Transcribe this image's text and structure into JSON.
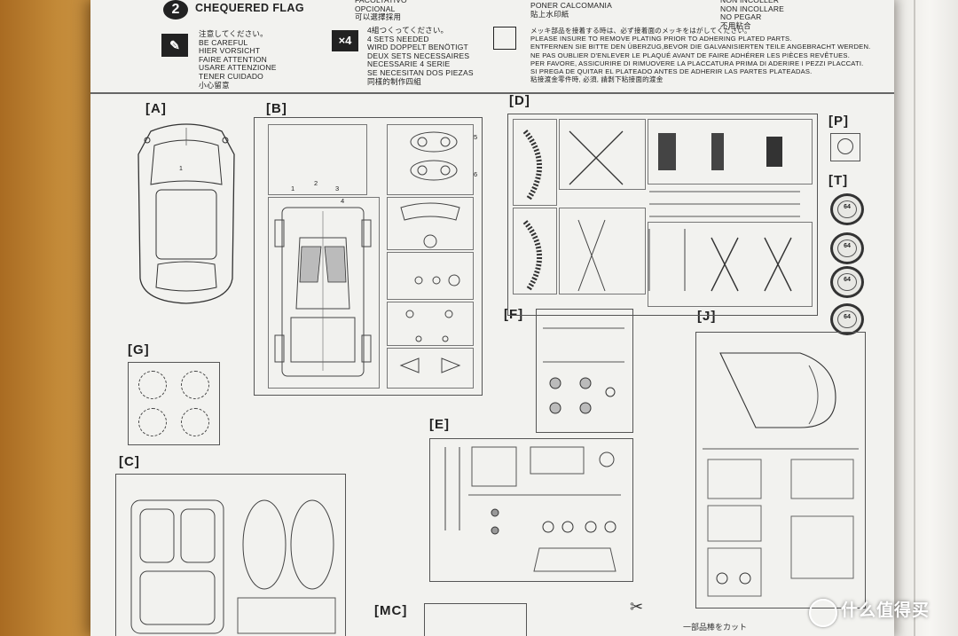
{
  "header": {
    "badge_number": "2",
    "flag_title": "CHEQUERED FLAG",
    "flag_options": "FACOLTATIVO\nOPCIONAL\n可以選擇採用",
    "decal_text": "PONER CALCOMANIA\n貼上水印紙",
    "no_stick": "NON INCOLLER\nNON INCOLLARE\nNO PEGAR\n不用粘合",
    "careful": "注意してください。\nBE CAREFUL\nHIER VORSICHT\nFAIRE ATTENTION\nUSARE ATTENZIONE\nTENER CUIDADO\n小心留意",
    "x4_label": "×4",
    "sets_needed": "4組つくってください。\n4 SETS NEEDED\nWIRD DOPPELT BENÖTIGT\nDEUX SETS NECESSAIRES\nNECESSARIE 4 SERIE\nSE NECESITAN DOS PIEZAS\n同樣的制作四組",
    "plating": "メッキ部品を接着する時は、必ず接着面のメッキをはがしてください。\nPLEASE INSURE TO REMOVE PLATING PRIOR TO ADHERING PLATED PARTS.\nENTFERNEN SIE BITTE DEN ÜBERZUG,BEVOR DIE GALVANISIERTEN TEILE ANGEBRACHT WERDEN.\nNE PAS OUBLIER D'ENLEVER LE PLAQUÉ AVANT DE FAIRE ADHÉRER LES PIÈCES REVÊTUES.\nPER FAVORE, ASSICURIRE DI RIMUOVERE LA PLACCATURA PRIMA DI ADERIRE I PEZZI PLACCATI.\nSI PREGA DE QUITAR EL PLATEADO ANTES DE ADHERIR LAS PARTES PLATEADAS.\n粘接渡金零件時, 必須, 請剝下粘接面的渡金"
  },
  "sections": {
    "A": "[A]",
    "B": "[B]",
    "C": "[C]",
    "D": "[D]",
    "E": "[E]",
    "F": "[F]",
    "G": "[G]",
    "J": "[J]",
    "P": "[P]",
    "T": "[T]",
    "MC": "[MC]"
  },
  "tire_label": "64",
  "footer_text": "一部品棒をカット",
  "watermark": "什么值得买",
  "colors": {
    "paper": "#f2f2ef",
    "table": "#c08634",
    "ink": "#222222"
  }
}
